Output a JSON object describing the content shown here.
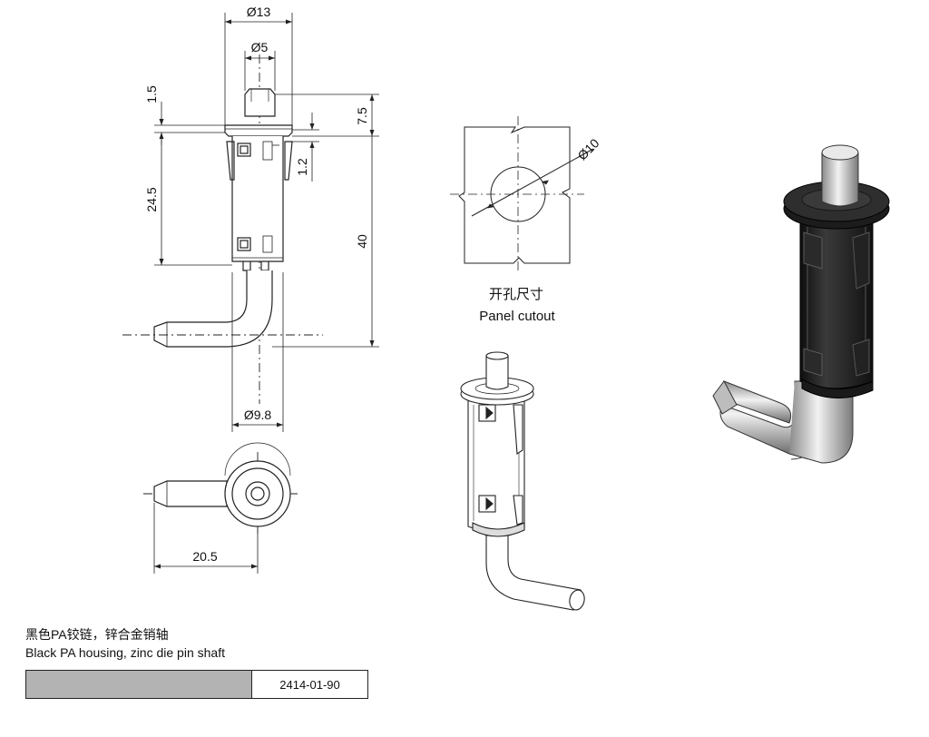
{
  "dimensions": {
    "d13": "Ø13",
    "d5": "Ø5",
    "d1_5": "1.5",
    "d7_5": "7.5",
    "d1_2": "1.2",
    "d24_5": "24.5",
    "d40": "40",
    "d9_8": "Ø9.8",
    "d20_5": "20.5",
    "d10": "Ø10"
  },
  "cutout": {
    "label_cn": "开孔尺寸",
    "label_en": "Panel cutout"
  },
  "caption": {
    "cn": "黑色PA铰链，锌合金销轴",
    "en": "Black PA housing, zinc die pin shaft"
  },
  "part_code": "2414-01-90",
  "colors": {
    "housing": "#1c1c1c",
    "code_fill": "#b3b3b3",
    "line": "#222222"
  }
}
